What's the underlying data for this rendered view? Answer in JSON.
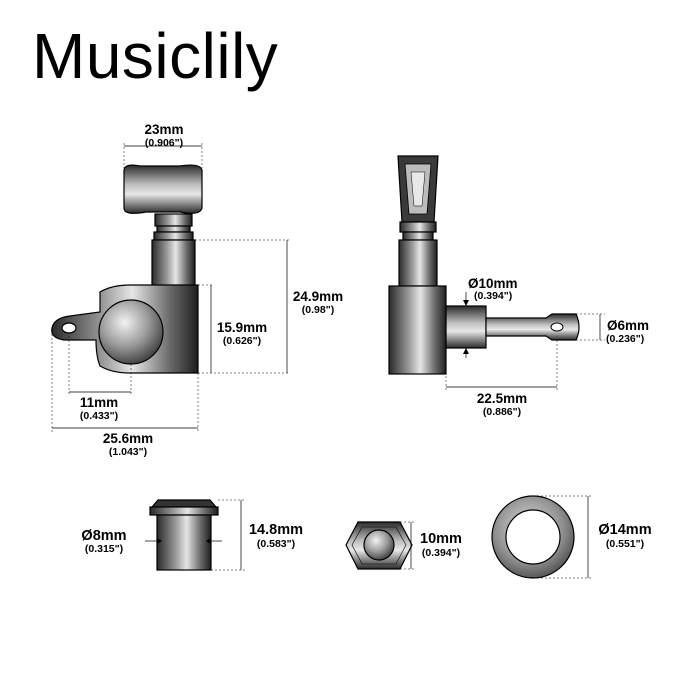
{
  "brand": "Musiclily",
  "dimensions": {
    "button_width": {
      "mm": "23mm",
      "inch": "(0.906\")"
    },
    "total_height": {
      "mm": "24.9mm",
      "inch": "(0.98\")"
    },
    "housing_height": {
      "mm": "15.9mm",
      "inch": "(0.626\")"
    },
    "post_offset": {
      "mm": "11mm",
      "inch": "(0.433\")"
    },
    "total_width": {
      "mm": "25.6mm",
      "inch": "(1.043\")"
    },
    "bushing_diameter": {
      "mm": "Ø10mm",
      "inch": "(0.394\")"
    },
    "post_diameter": {
      "mm": "Ø6mm",
      "inch": "(0.236\")"
    },
    "post_length": {
      "mm": "22.5mm",
      "inch": "(0.886\")"
    },
    "ferrule_diameter": {
      "mm": "Ø8mm",
      "inch": "(0.315\")"
    },
    "ferrule_height": {
      "mm": "14.8mm",
      "inch": "(0.583\")"
    },
    "nut_size": {
      "mm": "10mm",
      "inch": "(0.394\")"
    },
    "washer_diameter": {
      "mm": "Ø14mm",
      "inch": "(0.551\")"
    }
  },
  "colors": {
    "ink": "#000000",
    "metal_dark": "#2f2f2f",
    "metal_mid": "#8a8a8a",
    "metal_light": "#d8d8d8"
  }
}
